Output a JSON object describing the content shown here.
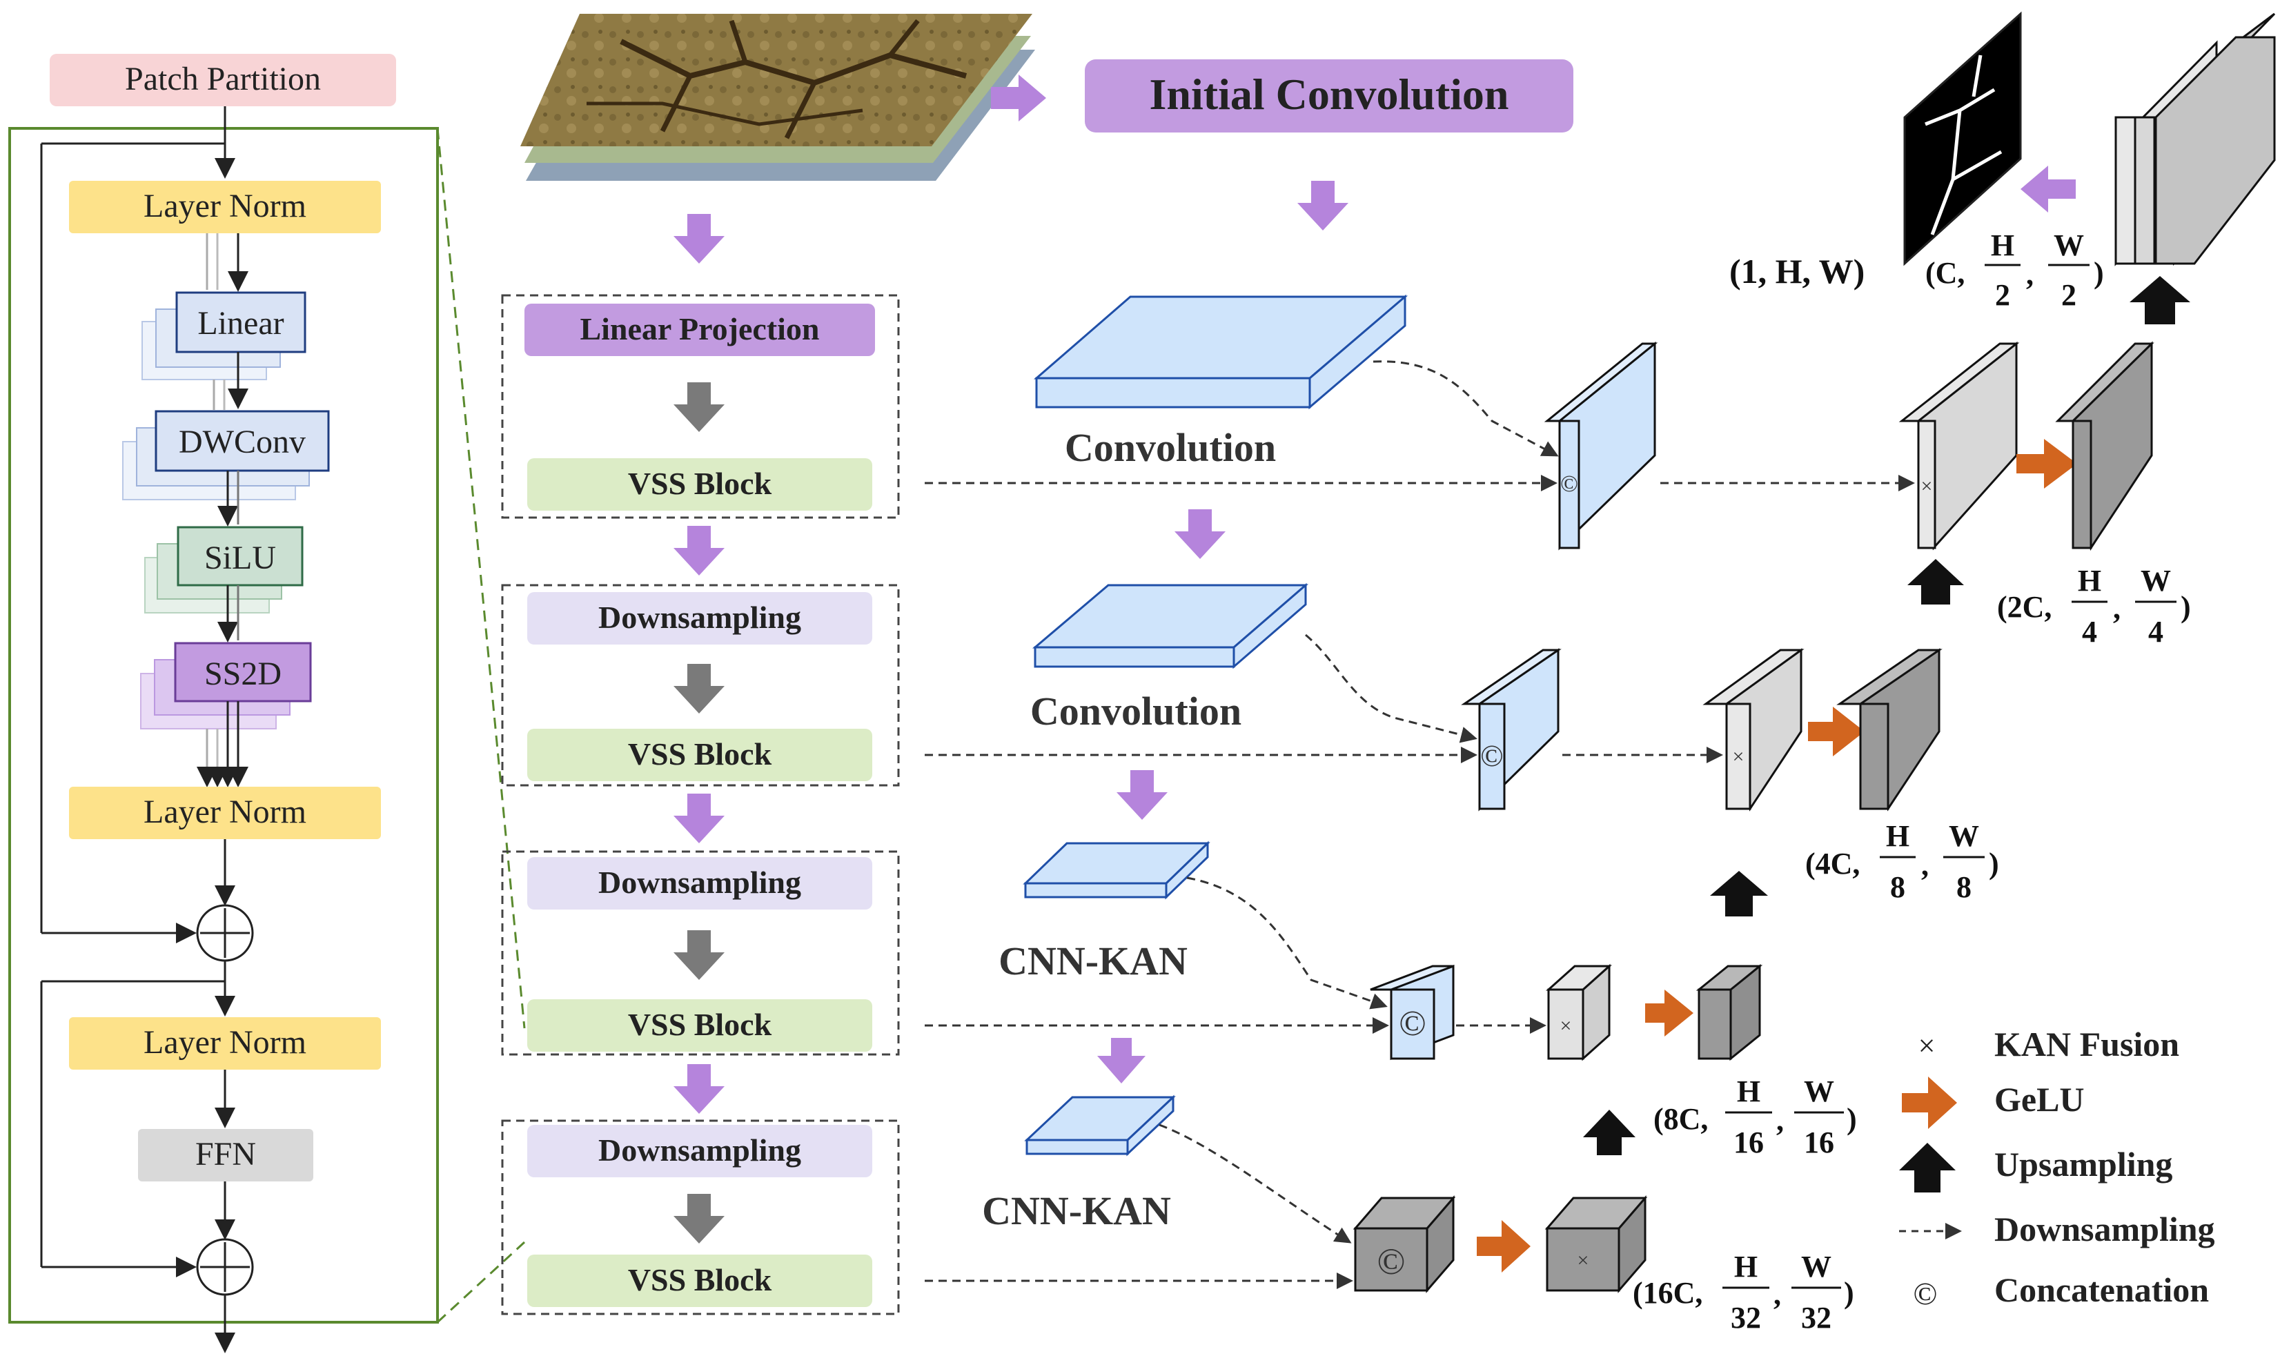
{
  "encoder_detail": {
    "patch_partition": "Patch  Partition",
    "layer_norm_1": "Layer Norm",
    "linear": "Linear",
    "dwconv": "DWConv",
    "silu": "SiLU",
    "ss2d": "SS2D",
    "layer_norm_2": "Layer Norm",
    "layer_norm_3": "Layer Norm",
    "ffn": "FFN"
  },
  "encoder": {
    "linear_projection": "Linear Projection",
    "vss_block_1": "VSS Block",
    "downsampling_2": "Downsampling",
    "vss_block_2": "VSS Block",
    "downsampling_3": "Downsampling",
    "vss_block_3": "VSS Block",
    "downsampling_4": "Downsampling",
    "vss_block_4": "VSS Block"
  },
  "branch": {
    "initial_convolution": "Initial Convolution",
    "convolution_1": "Convolution",
    "convolution_2": "Convolution",
    "cnn_kan_1": "CNN-KAN",
    "cnn_kan_2": "CNN-KAN"
  },
  "symbols": {
    "concat": "©",
    "kan": "×"
  },
  "dims": {
    "out_mask": "(1, H, W)",
    "d1_pre": "(C,",
    "d1_num1": "H",
    "d1_den1": "2",
    "d1_num2": "W",
    "d1_den2": "2",
    "d1_post": ")",
    "d2_pre": "(2C,",
    "d2_num1": "H",
    "d2_den1": "4",
    "d2_num2": "W",
    "d2_den2": "4",
    "d2_post": ")",
    "d3_pre": "(4C,",
    "d3_num1": "H",
    "d3_den1": "8",
    "d3_num2": "W",
    "d3_den2": "8",
    "d3_post": ")",
    "d4_pre": "(8C,",
    "d4_num1": "H",
    "d4_den1": "16",
    "d4_num2": "W",
    "d4_den2": "16",
    "d4_post": ")",
    "d5_pre": "(16C,",
    "d5_num1": "H",
    "d5_den1": "32",
    "d5_num2": "W",
    "d5_den2": "32",
    "d5_post": ")"
  },
  "legend": {
    "kan_fusion": "KAN Fusion",
    "gelu": "GeLU",
    "upsampling": "Upsampling",
    "downsampling": "Downsampling",
    "concatenation": "Concatenation"
  },
  "colors": {
    "purple": "#c29be0",
    "green_box": "#dcecc6",
    "lavender_box": "#e4e0f4",
    "yellow": "#fde28a",
    "pink": "#f8d4d6",
    "blue_face": "#cfe4fb",
    "blue_edge": "#1f4fa8",
    "orange": "#d2651f"
  }
}
